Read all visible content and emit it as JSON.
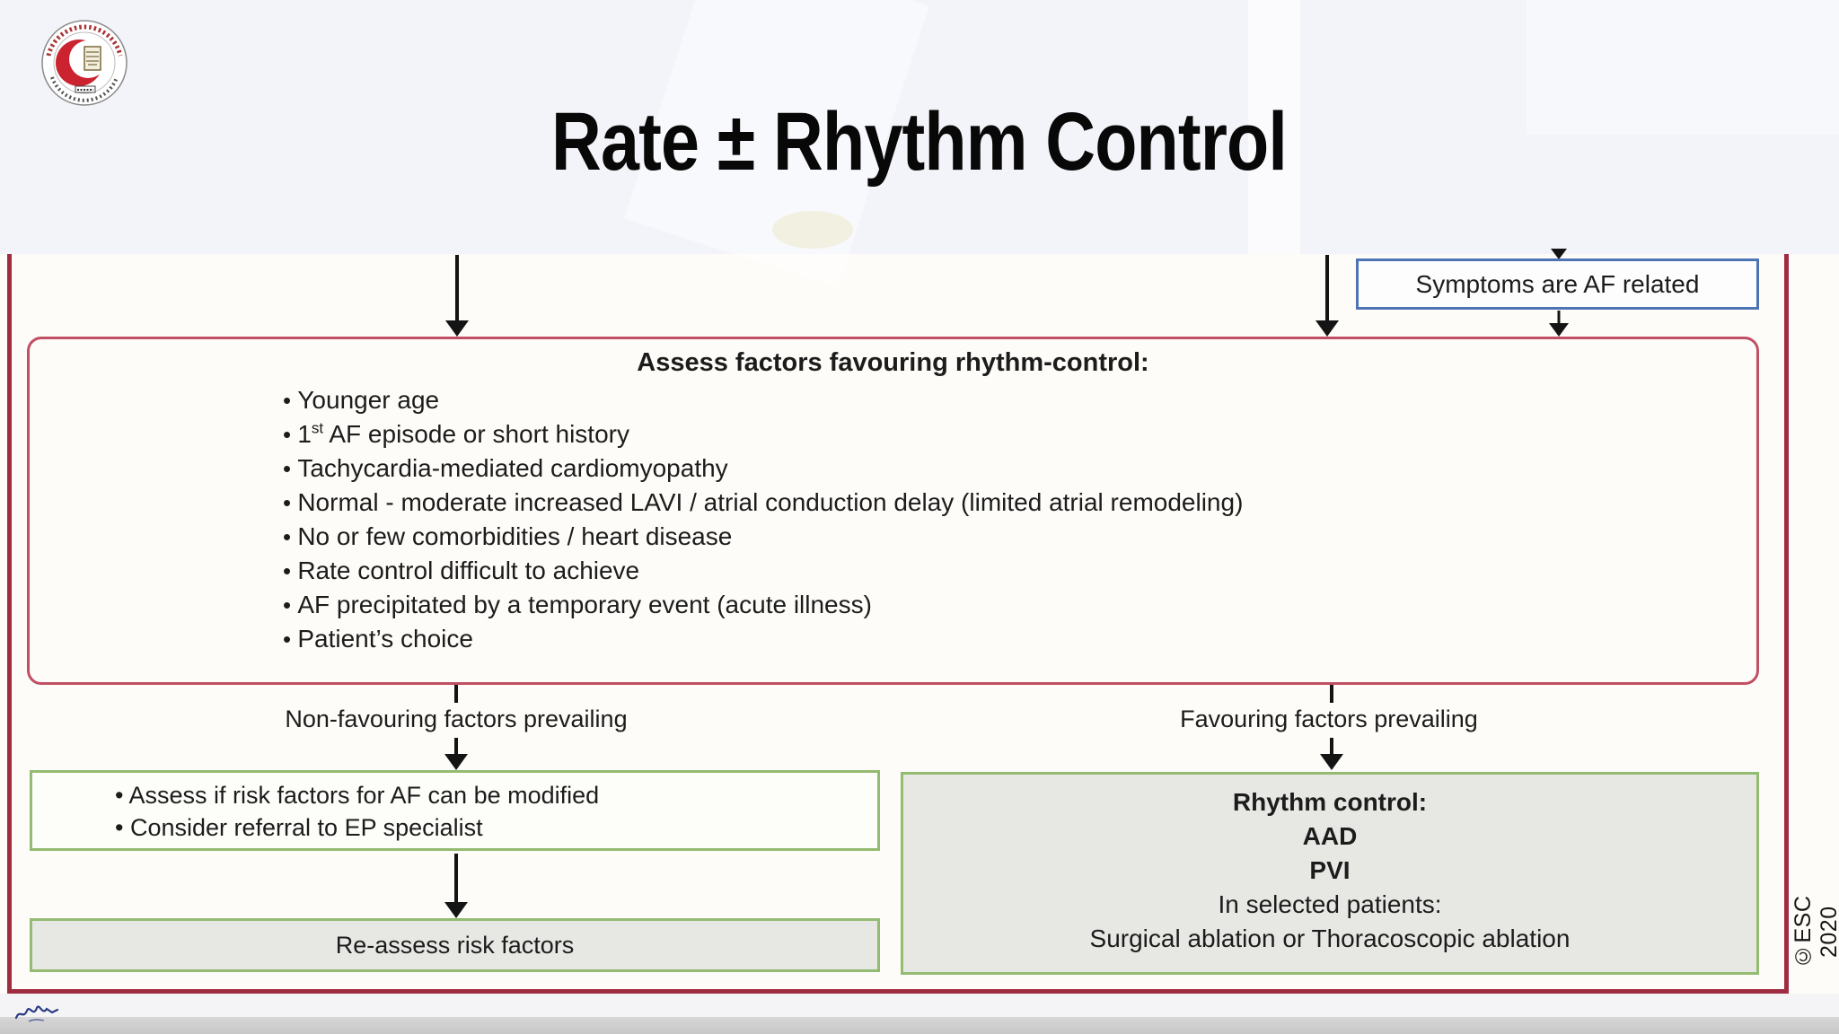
{
  "slide": {
    "title": "Rate ± Rhythm Control"
  },
  "logo": {
    "icon": "faculty-medicine-crescent-logo"
  },
  "symptoms_box": {
    "text": "Symptoms are AF related"
  },
  "assess_box": {
    "title": "Assess factors favouring rhythm-control:",
    "bullets": [
      {
        "text": "Younger age"
      },
      {
        "pre": "1",
        "sup": "st",
        "post": " AF episode or short history"
      },
      {
        "text": "Tachycardia-mediated cardiomyopathy"
      },
      {
        "text": "Normal - moderate increased LAVI / atrial conduction delay (limited atrial remodeling)"
      },
      {
        "text": "No or few comorbidities / heart disease"
      },
      {
        "text": "Rate control difficult to achieve"
      },
      {
        "text": "AF precipitated by a temporary event (acute illness)"
      },
      {
        "text": "Patient’s choice"
      }
    ]
  },
  "branch_labels": {
    "left": "Non-favouring factors prevailing",
    "right": "Favouring factors prevailing"
  },
  "modify_box": {
    "bullets": [
      "Assess if risk factors for AF can be modified",
      "Consider referral to EP specialist"
    ]
  },
  "reassess_box": {
    "text": "Re-assess risk factors"
  },
  "rhythm_box": {
    "lines": [
      {
        "text": "Rhythm control:",
        "bold": true
      },
      {
        "text": "AAD",
        "bold": true
      },
      {
        "text": "PVI",
        "bold": true
      },
      {
        "text": "In selected patients:",
        "bold": false
      },
      {
        "text": "Surgical ablation or Thoracoscopic ablation",
        "bold": false
      }
    ]
  },
  "footer": {
    "esc_credit": "©ESC 2020"
  },
  "colors": {
    "red_border_dark": "#a02c42",
    "red_box_border": "#c14f63",
    "blue_box_border": "#4d74b3",
    "green_box_border": "#94bb72",
    "gray_box_fill": "#e7e7e4",
    "band_background": "#f3f4f9",
    "panel_background": "#fdfcf8",
    "arrow_black": "#141414",
    "bottom_bar_gray": "#c8c8c8",
    "signature_blue": "#2b3c85"
  }
}
